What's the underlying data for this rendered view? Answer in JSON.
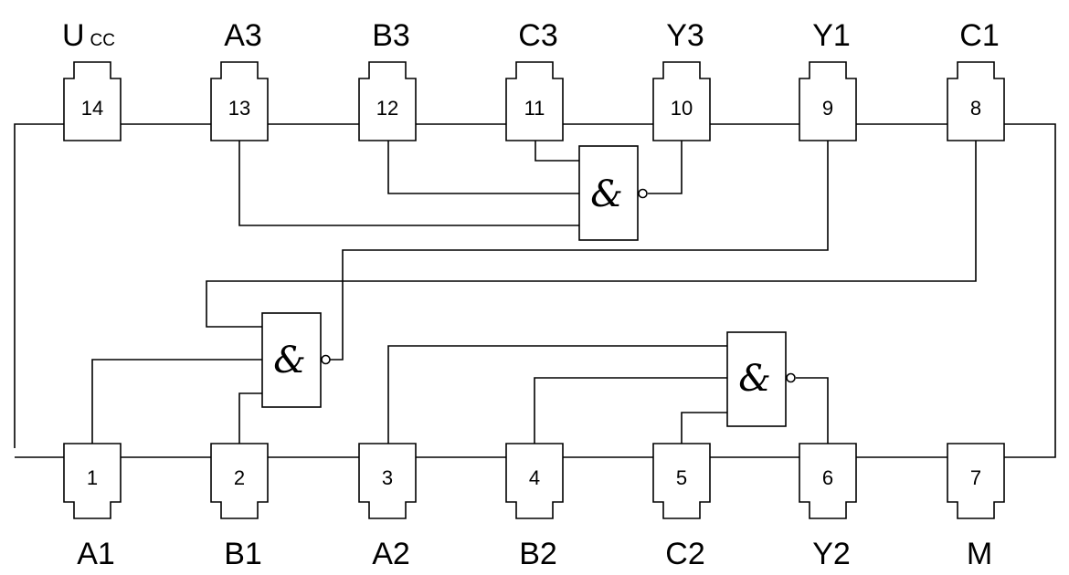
{
  "top_pins": [
    {
      "number": "14",
      "label": "U",
      "label_sub": "CC"
    },
    {
      "number": "13",
      "label": "A3"
    },
    {
      "number": "12",
      "label": "B3"
    },
    {
      "number": "11",
      "label": "C3"
    },
    {
      "number": "10",
      "label": "Y3"
    },
    {
      "number": "9",
      "label": "Y1"
    },
    {
      "number": "8",
      "label": "C1"
    }
  ],
  "bottom_pins": [
    {
      "number": "1",
      "label": "A1"
    },
    {
      "number": "2",
      "label": "B1"
    },
    {
      "number": "3",
      "label": "A2"
    },
    {
      "number": "4",
      "label": "B2"
    },
    {
      "number": "5",
      "label": "C2"
    },
    {
      "number": "6",
      "label": "Y2"
    },
    {
      "number": "7",
      "label": "M"
    }
  ],
  "gates": [
    {
      "id": "gate3",
      "symbol": "&"
    },
    {
      "id": "gate1",
      "symbol": "&"
    },
    {
      "id": "gate2",
      "symbol": "&"
    }
  ]
}
